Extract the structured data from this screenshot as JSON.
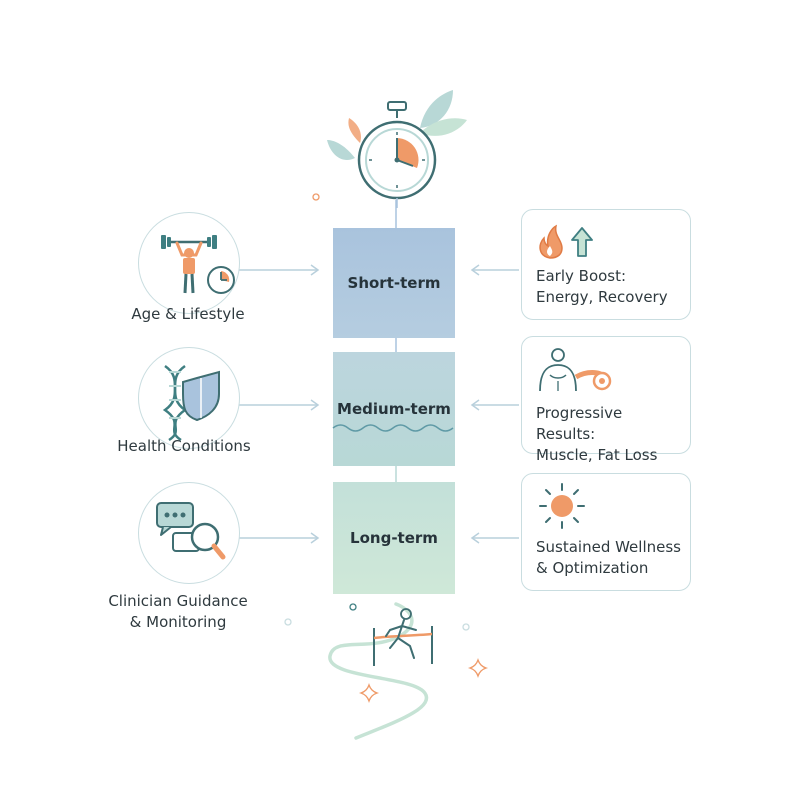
{
  "stages": [
    {
      "label": "Short-term"
    },
    {
      "label": "Medium-term"
    },
    {
      "label": "Long-term"
    }
  ],
  "factors": [
    {
      "label": "Age & Lifestyle",
      "icon": "weightlifter-clock-icon"
    },
    {
      "label": "Health Conditions",
      "icon": "dna-shield-icon"
    },
    {
      "label_lines": [
        "Clinician Guidance",
        "& Monitoring"
      ],
      "icon": "chat-magnifier-icon"
    }
  ],
  "outcomes": [
    {
      "lines": [
        "Early Boost:",
        "Energy, Recovery"
      ],
      "icon": "flame-arrow-up-icon"
    },
    {
      "lines": [
        "Progressive Results:",
        "Muscle, Fat Loss"
      ],
      "icon": "torso-tape-measure-icon"
    },
    {
      "lines": [
        "Sustained Wellness",
        "& Optimization"
      ],
      "icon": "sun-icon"
    }
  ],
  "icons": {
    "top": "stopwatch-leaves-icon",
    "bottom": "runner-finish-line-icon"
  },
  "colors": {
    "short_term": "#a9c3dd",
    "medium_term": "#b8d8d6",
    "long_term": "#c6e3d5",
    "accent": "#ef9a68",
    "teal": "#3f7f82",
    "border": "#c9dde0"
  }
}
